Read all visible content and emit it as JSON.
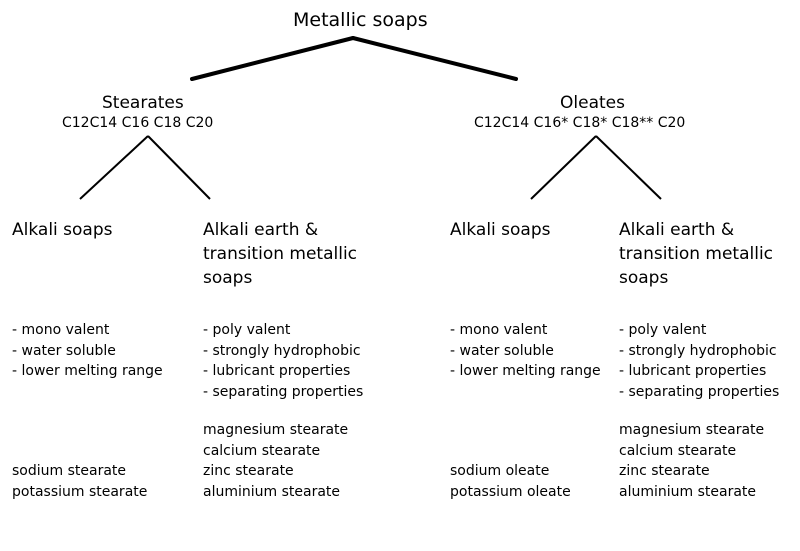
{
  "diagram": {
    "root": {
      "label": "Metallic soaps"
    },
    "branches": [
      {
        "label": "Stearates",
        "chains": "C12C14 C16 C18 C20",
        "groups": [
          {
            "title_lines": [
              "Alkali soaps"
            ],
            "properties": [
              "- mono valent",
              "- water soluble",
              "- lower melting range"
            ],
            "examples": [
              "sodium stearate",
              "potassium stearate"
            ]
          },
          {
            "title_lines": [
              "Alkali earth &",
              "transition metallic",
              "soaps"
            ],
            "properties": [
              "- poly valent",
              "- strongly hydrophobic",
              "- lubricant properties",
              "- separating properties"
            ],
            "examples": [
              "magnesium stearate",
              "calcium stearate",
              "zinc stearate",
              "aluminium stearate"
            ]
          }
        ]
      },
      {
        "label": "Oleates",
        "chains": "C12C14 C16* C18* C18** C20",
        "groups": [
          {
            "title_lines": [
              "Alkali soaps"
            ],
            "properties": [
              "- mono valent",
              "- water soluble",
              "- lower melting range"
            ],
            "examples": [
              "sodium oleate",
              "potassium oleate"
            ]
          },
          {
            "title_lines": [
              "Alkali earth &",
              "transition metallic",
              "soaps"
            ],
            "properties": [
              "- poly valent",
              "- strongly hydrophobic",
              "- lubricant properties",
              "- separating properties"
            ],
            "examples": [
              "magnesium stearate",
              "calcium stearate",
              "zinc stearate",
              "aluminium stearate"
            ]
          }
        ]
      }
    ]
  }
}
